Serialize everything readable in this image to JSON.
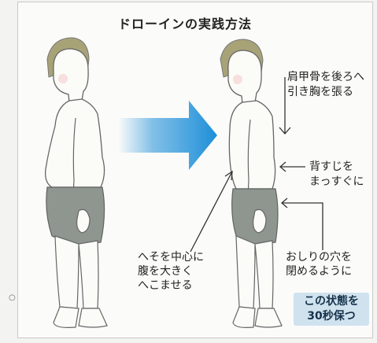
{
  "title": "ドローインの実践方法",
  "annotations": {
    "shoulder": "肩甲骨を後ろへ\n引き胸を張る",
    "back": "背すじを\nまっすぐに",
    "belly": "へそを中心に\n腹を大きく\nへこませる",
    "hip": "おしりの穴を\n閉めるように"
  },
  "hold_note": "この状態を\n30秒保つ",
  "colors": {
    "arrow": "#1e8fd8",
    "shorts": "#8f958f",
    "hair": "#a7a377",
    "skin": "#fbfbf8",
    "hold_box": "#cfe2ee"
  }
}
